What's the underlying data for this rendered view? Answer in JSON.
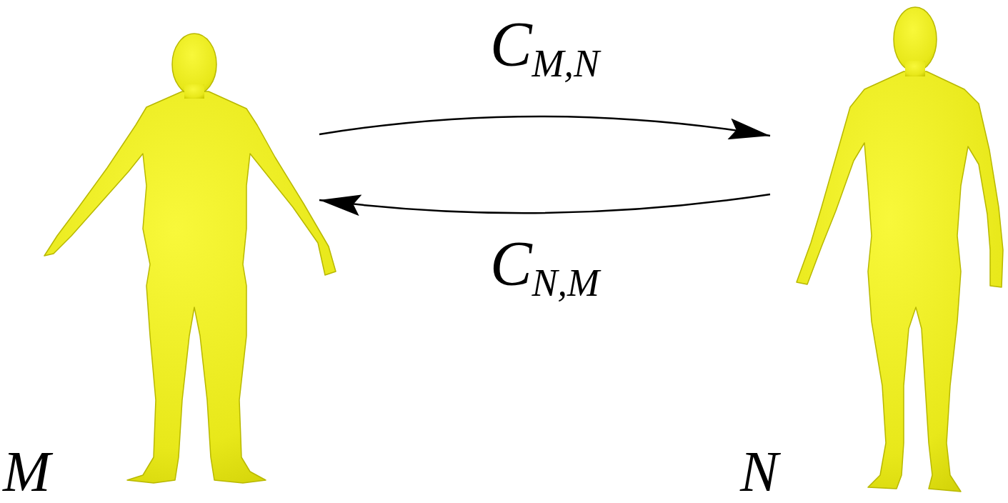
{
  "diagram": {
    "nodes": [
      {
        "text": [
          "M"
        ]
      },
      {
        "text": [
          "N"
        ]
      }
    ],
    "edges": [
      {
        "from": 0,
        "to": 1,
        "label": "CM,N",
        "arrow": "to"
      },
      {
        "from": 1,
        "to": 0,
        "label": "CN,M",
        "arrow": "to"
      }
    ]
  }
}
